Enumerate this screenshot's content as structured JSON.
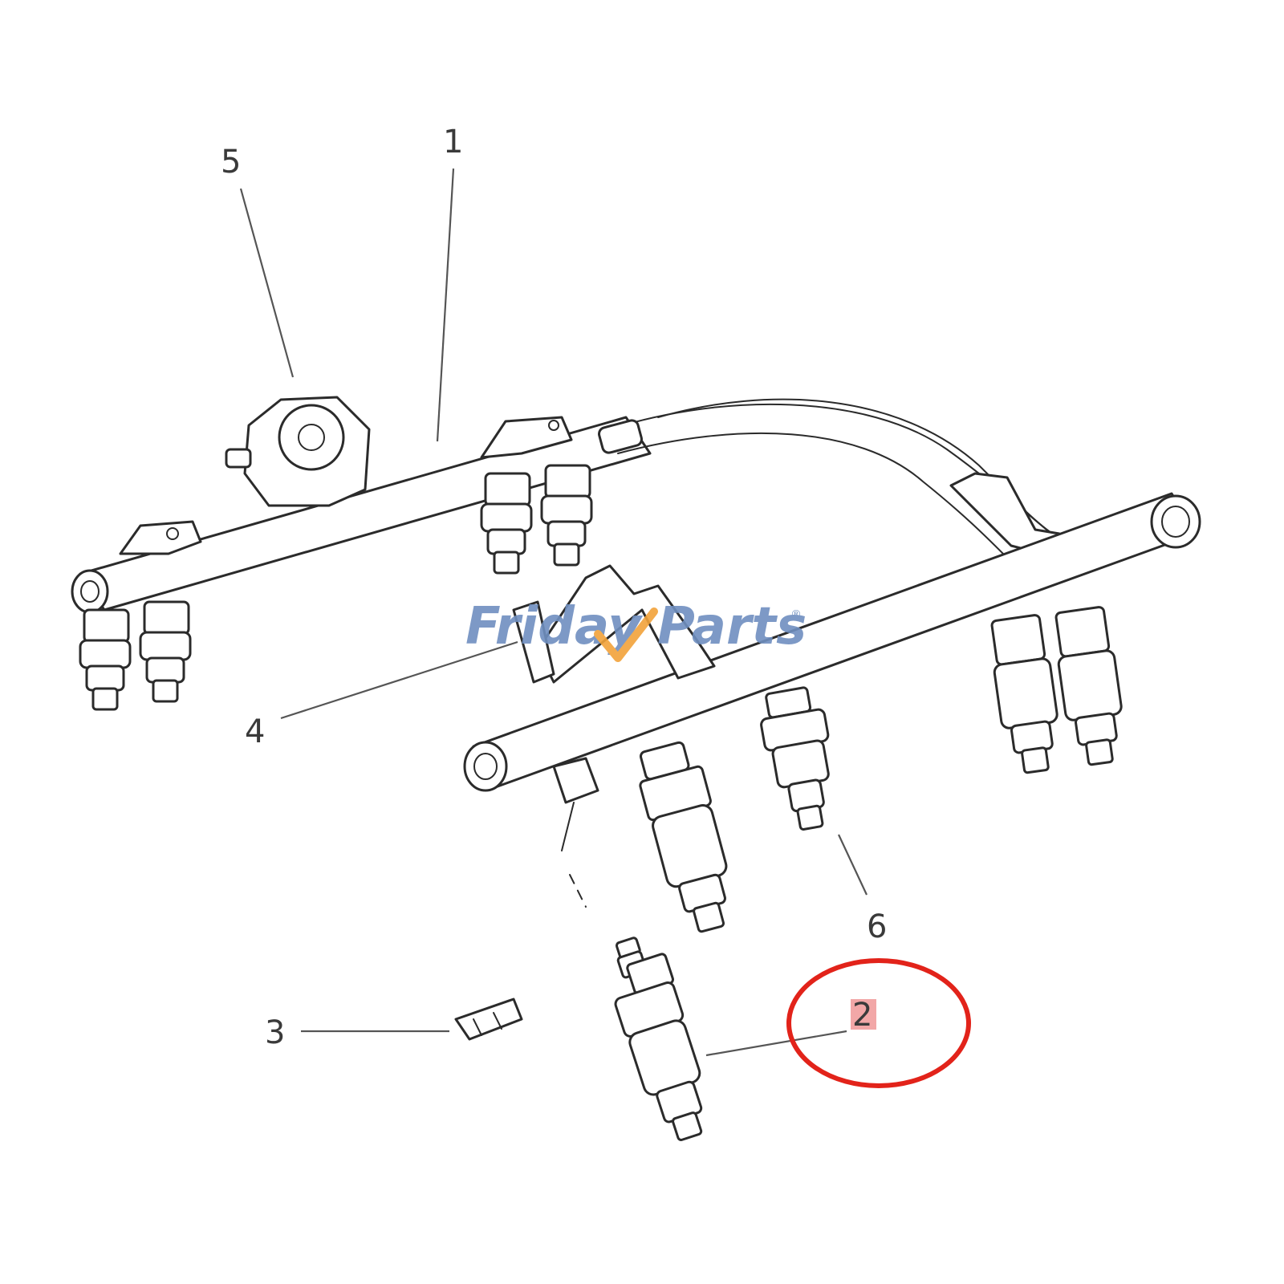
{
  "watermark": {
    "part_a": "Friday",
    "part_b": "Parts",
    "reg_mark": "®",
    "color_main": "#6f8fc0",
    "color_accent": "#f2a33a"
  },
  "callouts": [
    {
      "id": "1",
      "label": "1"
    },
    {
      "id": "2",
      "label": "2"
    },
    {
      "id": "3",
      "label": "3"
    },
    {
      "id": "4",
      "label": "4"
    },
    {
      "id": "5",
      "label": "5"
    },
    {
      "id": "6",
      "label": "6"
    }
  ],
  "highlight": {
    "target": "2",
    "circle_color": "#e2231a",
    "label_bg": "#f2a7a7"
  }
}
